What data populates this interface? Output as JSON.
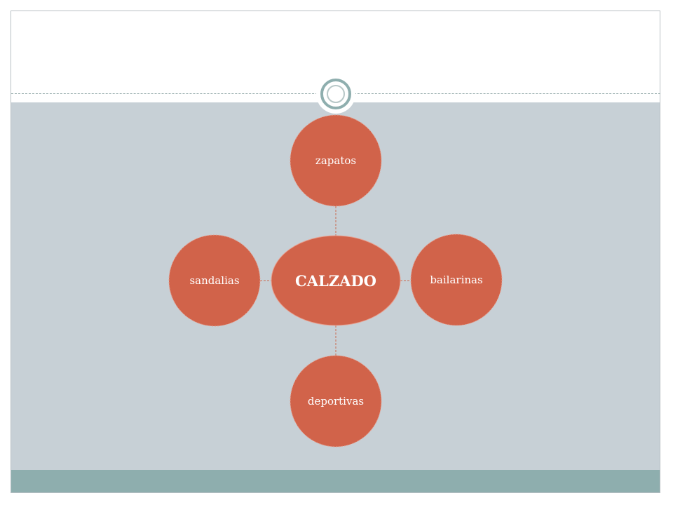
{
  "diagram": {
    "center": {
      "label": "CALZADO"
    },
    "satellites": [
      {
        "key": "top",
        "label": "zapatos"
      },
      {
        "key": "right",
        "label": "bailarinas"
      },
      {
        "key": "bottom",
        "label": "deportivas"
      },
      {
        "key": "left",
        "label": "sandalias"
      }
    ],
    "colors": {
      "node_fill": "#d1634a",
      "connector": "#c86a50",
      "content_bg": "#c7d0d6",
      "footer_bg": "#8eaeae",
      "ring": "#8eaeae"
    }
  }
}
